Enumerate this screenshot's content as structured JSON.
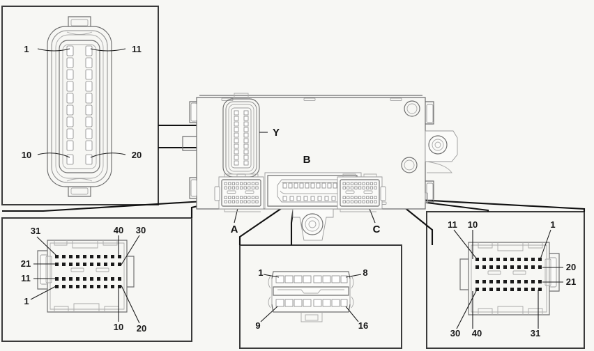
{
  "diagram": {
    "title": "ECU Connector Pinout Diagram",
    "background_color": "#f7f7f4",
    "line_color": "#1d1d1d",
    "pin_color": "#1a1a1a"
  },
  "module": {
    "name": "engine-control-module",
    "connector_callouts": [
      {
        "id": "Y",
        "label": "Y"
      },
      {
        "id": "A",
        "label": "A"
      },
      {
        "id": "B",
        "label": "B"
      },
      {
        "id": "C",
        "label": "C"
      }
    ]
  },
  "panels": {
    "top_left": {
      "name": "connector-y-detail-panel",
      "connector_id": "Y",
      "pin_count": 20,
      "rows": 10,
      "columns": 2,
      "labels": [
        {
          "text": "1",
          "position": "top-left"
        },
        {
          "text": "11",
          "position": "top-right"
        },
        {
          "text": "10",
          "position": "bottom-left"
        },
        {
          "text": "20",
          "position": "bottom-right"
        }
      ]
    },
    "bottom_left": {
      "name": "connector-a-detail-panel",
      "connector_id": "A",
      "pin_count": 40,
      "rows": 4,
      "columns": 10,
      "labels": [
        {
          "text": "31",
          "position": "top-left"
        },
        {
          "text": "40",
          "position": "top-right-inner"
        },
        {
          "text": "30",
          "position": "top-right"
        },
        {
          "text": "21",
          "position": "left-upper"
        },
        {
          "text": "11",
          "position": "left-lower"
        },
        {
          "text": "1",
          "position": "bottom-left"
        },
        {
          "text": "10",
          "position": "bottom-center"
        },
        {
          "text": "20",
          "position": "bottom-right"
        }
      ]
    },
    "bottom_center": {
      "name": "connector-b-detail-panel",
      "connector_id": "B",
      "pin_count": 16,
      "rows": 2,
      "columns": 8,
      "labels": [
        {
          "text": "1",
          "position": "top-left"
        },
        {
          "text": "8",
          "position": "top-right"
        },
        {
          "text": "9",
          "position": "bottom-left"
        },
        {
          "text": "16",
          "position": "bottom-right"
        }
      ]
    },
    "bottom_right": {
      "name": "connector-c-detail-panel",
      "connector_id": "C",
      "pin_count": 40,
      "rows": 4,
      "columns": 10,
      "labels": [
        {
          "text": "11",
          "position": "top-left"
        },
        {
          "text": "10",
          "position": "top-left-inner"
        },
        {
          "text": "1",
          "position": "top-right"
        },
        {
          "text": "20",
          "position": "right-upper"
        },
        {
          "text": "21",
          "position": "right-lower"
        },
        {
          "text": "30",
          "position": "bottom-left"
        },
        {
          "text": "40",
          "position": "bottom-left-inner"
        },
        {
          "text": "31",
          "position": "bottom-right"
        }
      ]
    }
  },
  "text": {
    "y_callout": "Y",
    "a_callout": "A",
    "b_callout": "B",
    "c_callout": "C",
    "tl_1": "1",
    "tl_11": "11",
    "tl_10": "10",
    "tl_20": "20",
    "bl_31": "31",
    "bl_40": "40",
    "bl_30": "30",
    "bl_21": "21",
    "bl_11": "11",
    "bl_1": "1",
    "bl_10": "10",
    "bl_20": "20",
    "bc_1": "1",
    "bc_8": "8",
    "bc_9": "9",
    "bc_16": "16",
    "br_11": "11",
    "br_10": "10",
    "br_1": "1",
    "br_20": "20",
    "br_21": "21",
    "br_30": "30",
    "br_40": "40",
    "br_31": "31"
  }
}
